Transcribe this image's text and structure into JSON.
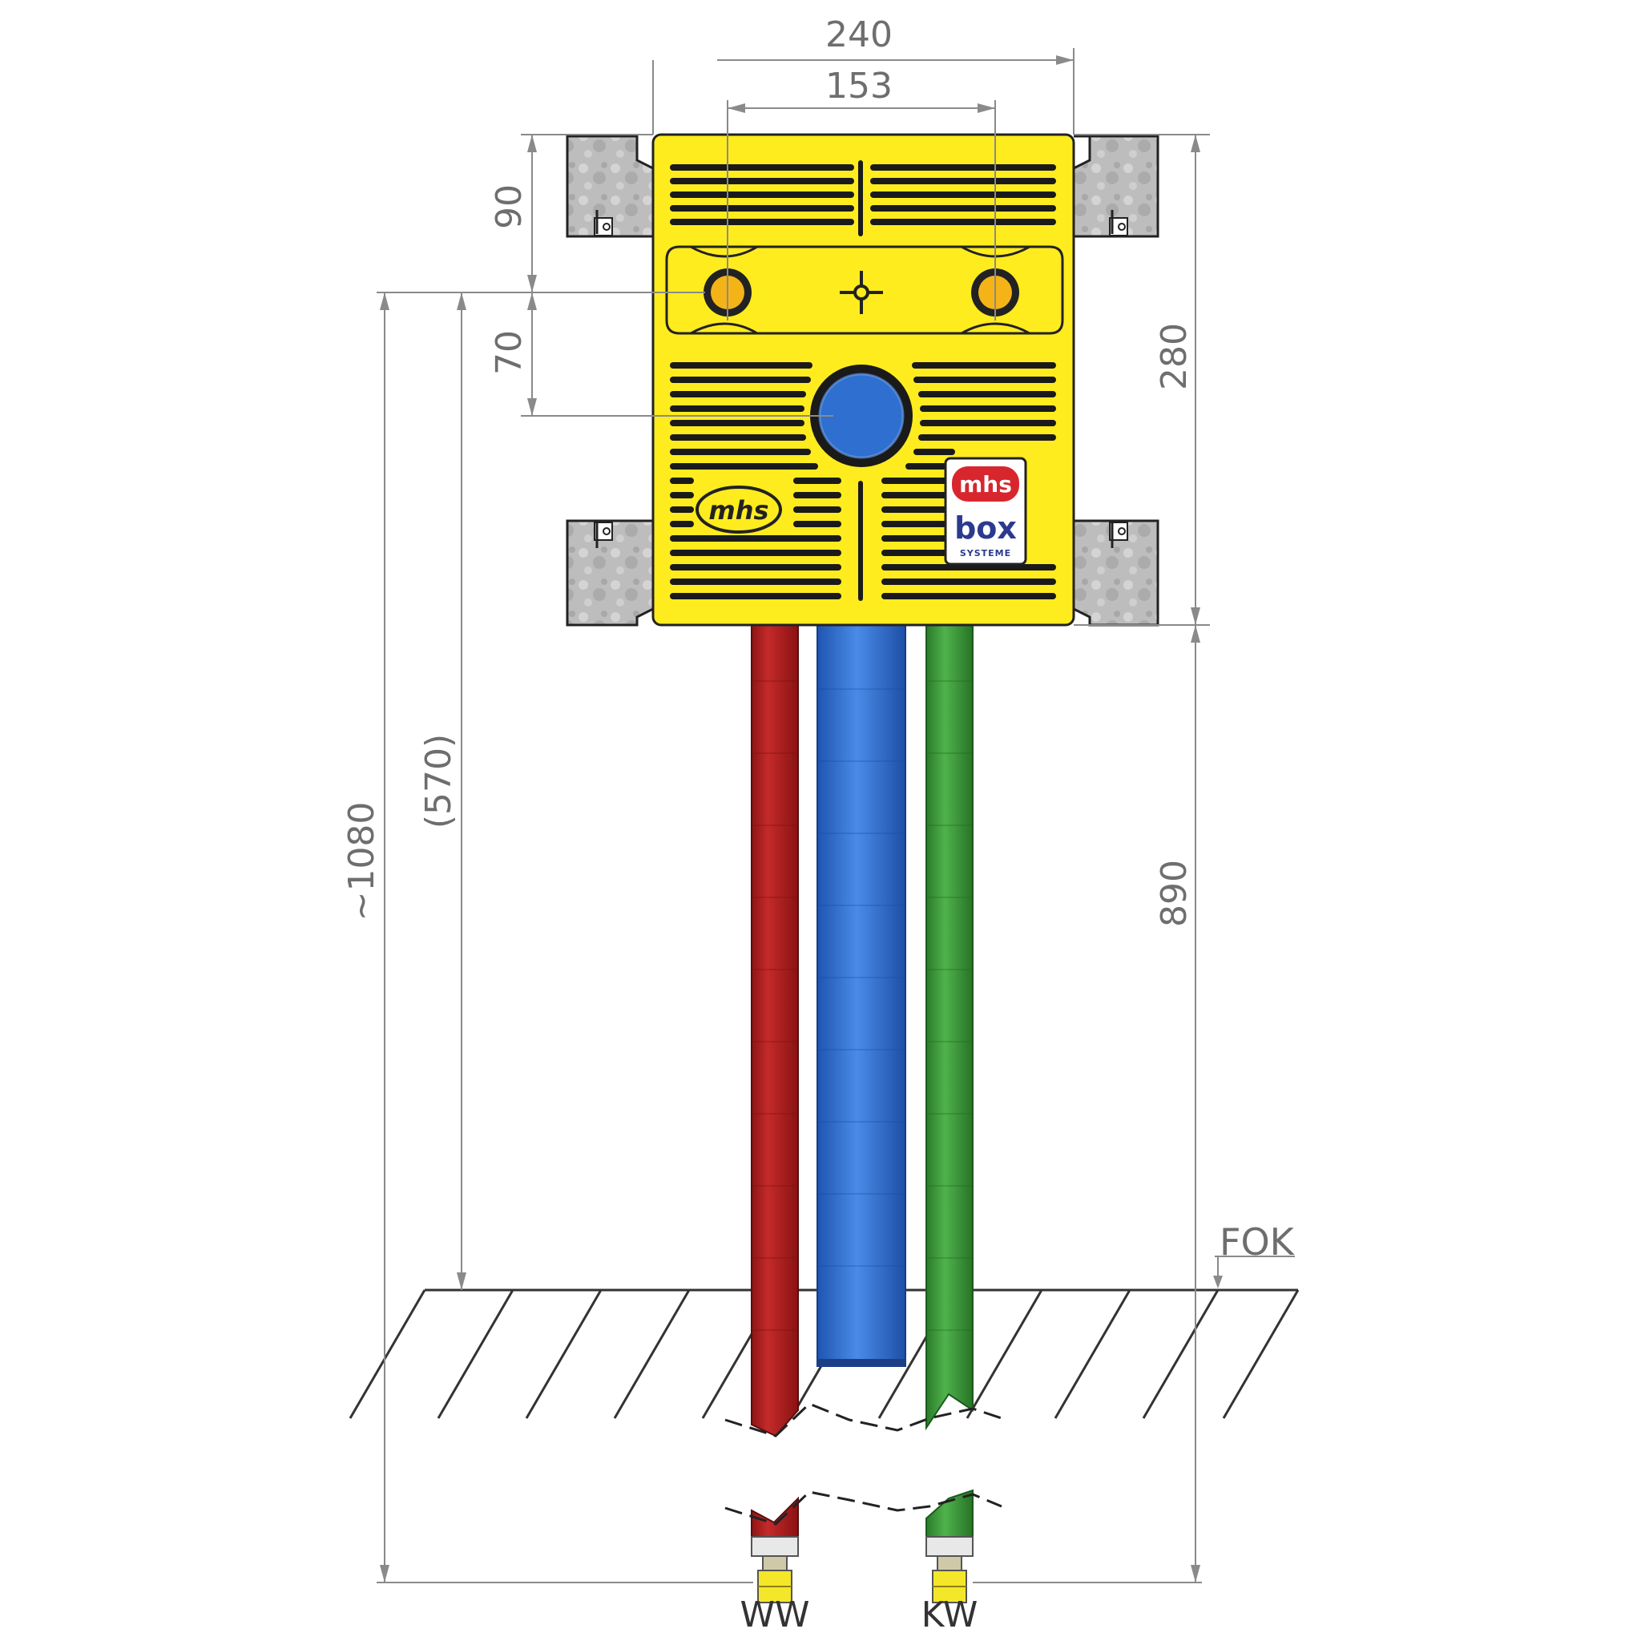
{
  "dimensions": {
    "overall_width": "240",
    "hole_spacing": "153",
    "top_to_holes": "90",
    "holes_to_drain": "70",
    "box_height": "280",
    "total_height": "~1080",
    "holes_to_floor": "(570)",
    "box_to_bottom": "890"
  },
  "labels": {
    "floor": "FOK",
    "hot_water": "WW",
    "cold_water": "KW"
  },
  "logos": {
    "mhs_text": "mhs",
    "badge_brand": "mhs",
    "badge_product": "box",
    "badge_sub": "SYSTEME"
  },
  "colors": {
    "box_yellow": "#FFEC1F",
    "pipe_hot": "#B01E1E",
    "pipe_drain": "#2E6FD0",
    "pipe_cold": "#3E9A3C",
    "dimension_line": "#8A8A8A",
    "bracket_grey": "#BDBDBD"
  }
}
